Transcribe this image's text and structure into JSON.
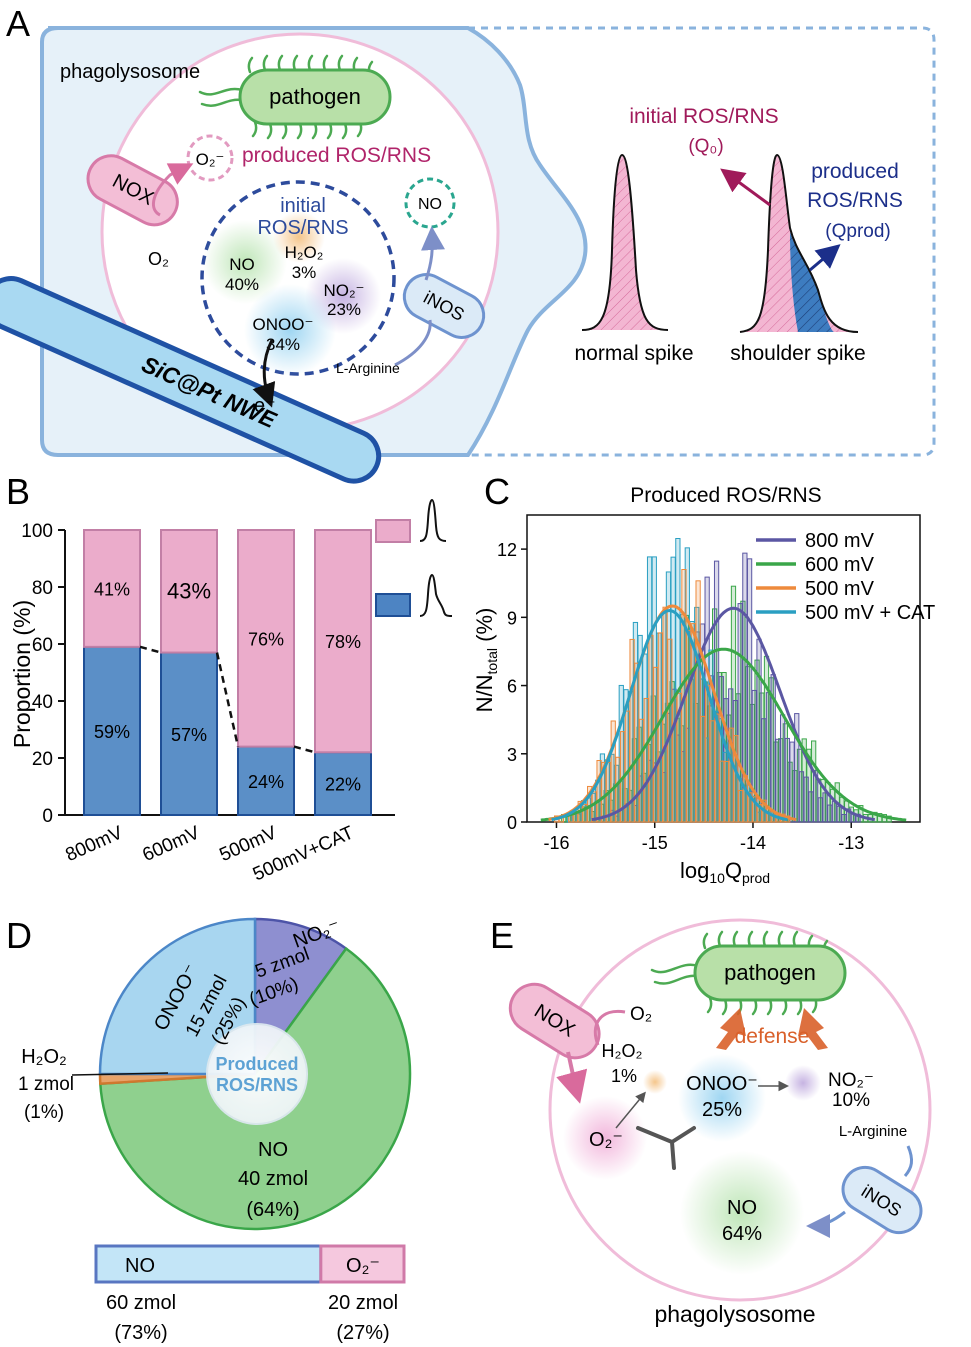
{
  "panelA": {
    "letter": "A",
    "phagolysosome": "phagolysosome",
    "pathogen": "pathogen",
    "superoxide": "O₂⁻",
    "produced_label": "produced ROS/RNS",
    "nox": "NOX",
    "o2": "O₂",
    "initial_line1": "initial",
    "initial_line2": "ROS/RNS",
    "no_species": "NO",
    "no_pct": "40%",
    "h2o2": "H₂O₂",
    "h2o2_pct": "3%",
    "no2": "NO₂⁻",
    "no2_pct": "23%",
    "onoo": "ONOO⁻",
    "onoo_pct": "34%",
    "no_bubble": "NO",
    "inos": "iNOS",
    "l_arginine": "L-Arginine",
    "electrode": "SiC@Pt NWE",
    "electron": "e⁻",
    "initial_q_line1": "initial ROS/RNS",
    "initial_q_line2": "(Q₀)",
    "produced_q_line1": "produced",
    "produced_q_line2": "ROS/RNS",
    "produced_q_line3": "(Qprod)",
    "normal_spike": "normal spike",
    "shoulder_spike": "shoulder spike"
  },
  "panelB": {
    "letter": "B",
    "chart_data": {
      "type": "bar",
      "categories": [
        "800mV",
        "600mV",
        "500mV",
        "500mV+CAT"
      ],
      "series": [
        {
          "values": [
            59,
            57,
            24,
            22
          ],
          "labels": [
            "59%",
            "57%",
            "24%",
            "22%"
          ],
          "color": "#5b8fc7"
        },
        {
          "values": [
            41,
            43,
            76,
            78
          ],
          "labels": [
            "41%",
            "43%",
            "76%",
            "78%"
          ],
          "color": "#ebaccb"
        }
      ],
      "ylabel": "Proportion (%)",
      "ylim": [
        0,
        100
      ],
      "yticks": [
        "0",
        "20",
        "40",
        "60",
        "80",
        "100"
      ],
      "stacked": true,
      "legend": "right, spike-shape icons"
    }
  },
  "panelC": {
    "letter": "C",
    "chart_data": {
      "type": "line",
      "title": "Produced ROS/RNS",
      "xlabel": "log₁₀Q_prod",
      "ylabel": "N/N_total (%)",
      "xlim": [
        -16.3,
        -12.3
      ],
      "ylim": [
        0,
        13.5
      ],
      "xticks": [
        "-16",
        "-15",
        "-14",
        "-13"
      ],
      "yticks": [
        "0",
        "3",
        "6",
        "9",
        "12"
      ],
      "series": [
        {
          "name": "800 mV",
          "color": "#5b57a3",
          "peak_x": -14.2,
          "peak_y": 9.4,
          "sigma": 0.48
        },
        {
          "name": "600 mV",
          "color": "#3aa649",
          "peak_x": -14.3,
          "peak_y": 7.6,
          "sigma": 0.62
        },
        {
          "name": "500 mV",
          "color": "#ee8a3c",
          "peak_x": -14.82,
          "peak_y": 9.5,
          "sigma": 0.42
        },
        {
          "name": "500 mV + CAT",
          "color": "#2a9fc2",
          "peak_x": -14.85,
          "peak_y": 9.3,
          "sigma": 0.4
        }
      ],
      "legend": "top-right"
    }
  },
  "panelD": {
    "letter": "D",
    "chart_data": {
      "type": "pie",
      "slices": [
        {
          "label": "NO₂⁻",
          "amount": "5 zmol",
          "pct": "(10%)",
          "value": 10,
          "color": "#8e8fd0"
        },
        {
          "label": "NO",
          "amount": "40 zmol",
          "pct": "(64%)",
          "value": 64,
          "color": "#8fd08e"
        },
        {
          "label": "H₂O₂",
          "amount": "1 zmol",
          "pct": "(1%)",
          "value": 1,
          "color": "#e8a36a"
        },
        {
          "label": "ONOO⁻",
          "amount": "15 zmol",
          "pct": "(25%)",
          "value": 25,
          "color": "#a8d6f0"
        }
      ],
      "center_line1": "Produced",
      "center_line2": "ROS/RNS"
    },
    "bar": {
      "no_label": "NO",
      "o2_label": "O₂⁻",
      "no_amount": "60 zmol",
      "no_pct": "(73%)",
      "o2_amount": "20 zmol",
      "o2_pct": "(27%)",
      "no_value": 73,
      "o2_value": 27
    }
  },
  "panelE": {
    "letter": "E",
    "pathogen": "pathogen",
    "defense": "defense",
    "nox": "NOX",
    "o2": "O₂",
    "h2o2": "H₂O₂",
    "h2o2_pct": "1%",
    "onoo": "ONOO⁻",
    "onoo_pct": "25%",
    "no2": "NO₂⁻",
    "no2_pct": "10%",
    "superoxide": "O₂⁻",
    "l_arginine": "L-Arginine",
    "inos": "iNOS",
    "no": "NO",
    "no_pct": "64%",
    "phagolysosome": "phagolysosome"
  }
}
